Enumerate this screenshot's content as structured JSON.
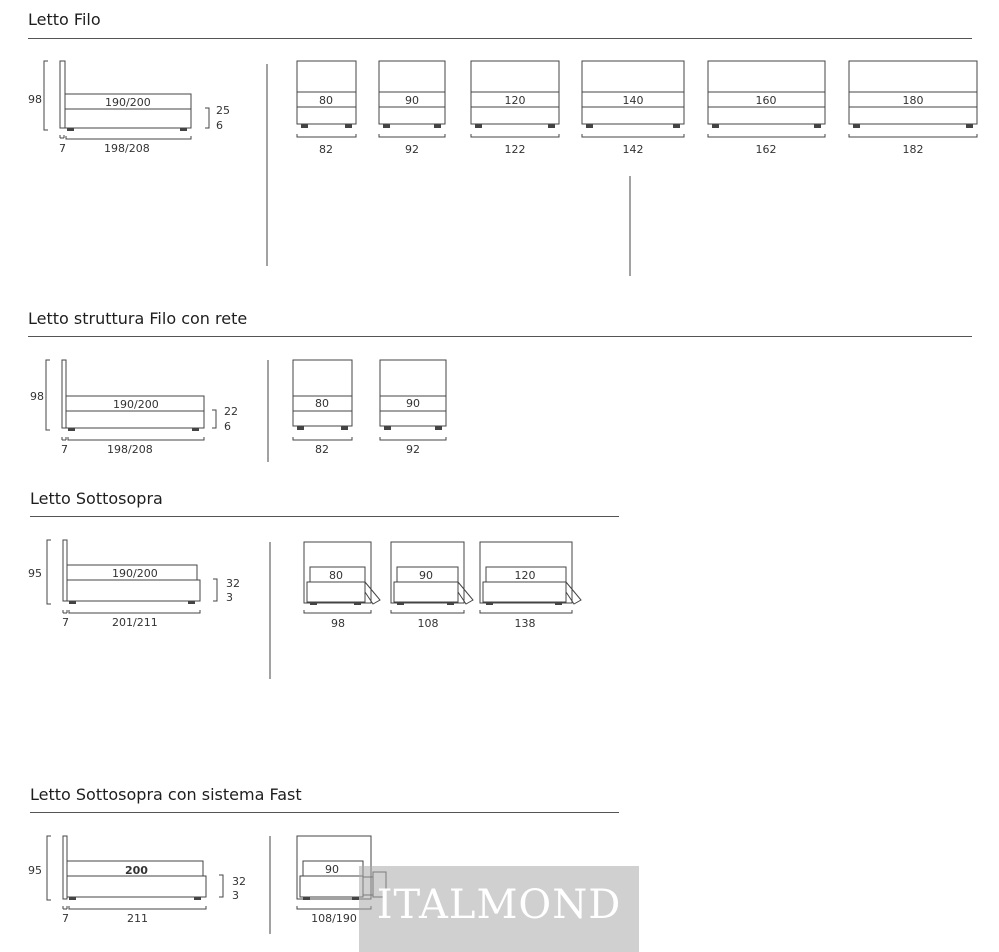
{
  "sections": [
    {
      "title": "Letto Filo",
      "height": "98",
      "mattress": "190/200",
      "dim_a": "25",
      "dim_b": "6",
      "foot": "7",
      "length": "198/208",
      "sizes": [
        {
          "inner": "80",
          "outer": "82"
        },
        {
          "inner": "90",
          "outer": "92"
        },
        {
          "inner": "120",
          "outer": "122"
        },
        {
          "inner": "140",
          "outer": "142"
        },
        {
          "inner": "160",
          "outer": "162"
        },
        {
          "inner": "180",
          "outer": "182"
        }
      ]
    },
    {
      "title": "Letto struttura Filo con rete",
      "height": "98",
      "mattress": "190/200",
      "dim_a": "22",
      "dim_b": "6",
      "foot": "7",
      "length": "198/208",
      "sizes": [
        {
          "inner": "80",
          "outer": "82"
        },
        {
          "inner": "90",
          "outer": "92"
        }
      ]
    },
    {
      "title": "Letto Sottosopra",
      "height": "95",
      "mattress": "190/200",
      "dim_a": "32",
      "dim_b": "3",
      "foot": "7",
      "length": "201/211",
      "sizes": [
        {
          "inner": "80",
          "outer": "98"
        },
        {
          "inner": "90",
          "outer": "108"
        },
        {
          "inner": "120",
          "outer": "138"
        }
      ]
    },
    {
      "title": "Letto Sottosopra con sistema Fast",
      "height": "95",
      "mattress": "200",
      "dim_a": "32",
      "dim_b": "3",
      "foot": "7",
      "length": "211",
      "sizes": [
        {
          "inner": "90",
          "outer": "108/190"
        }
      ]
    }
  ],
  "watermark": "ITALMOND"
}
